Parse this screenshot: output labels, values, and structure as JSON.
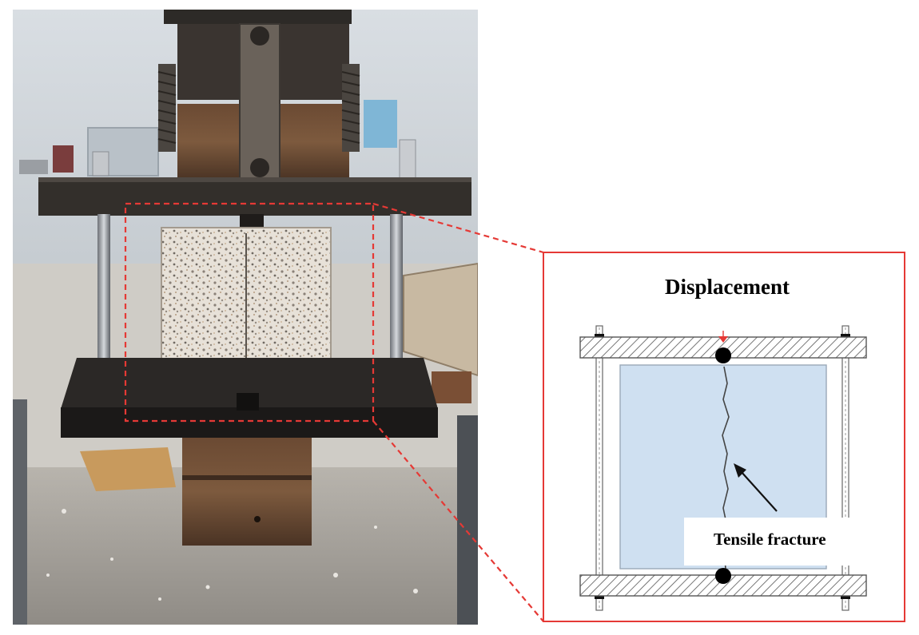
{
  "photo": {
    "subject": "granite cube specimen under loading plates in a test machine"
  },
  "diagram": {
    "title": "Displacement",
    "fracture_label": "Tensile fracture"
  },
  "colors": {
    "highlight_red": "#e53935",
    "specimen_fill": "#cfe0f1",
    "plate_hatch": "#555555",
    "background": "#ffffff"
  }
}
